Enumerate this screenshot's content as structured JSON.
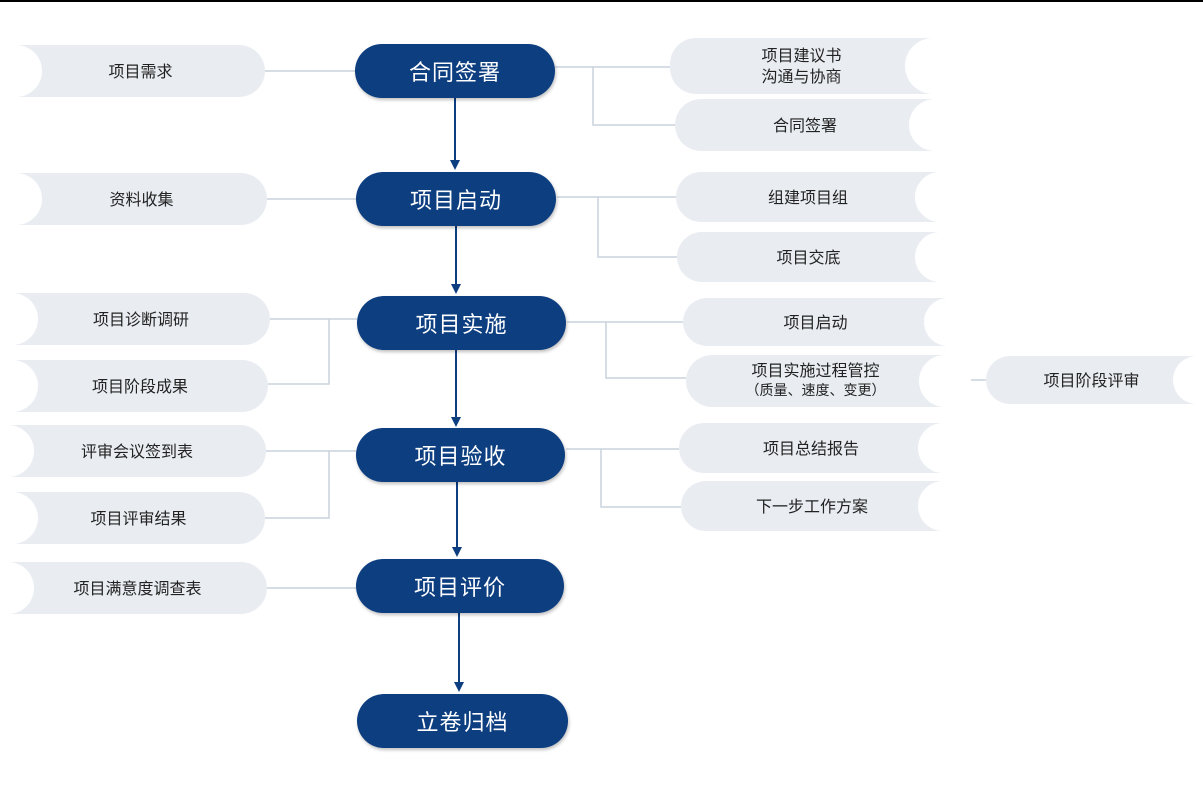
{
  "stages": [
    "合同签署",
    "项目启动",
    "项目实施",
    "项目验收",
    "项目评价",
    "立卷归档"
  ],
  "left_items": {
    "contract": "项目需求",
    "start": "资料收集",
    "impl_1": "项目诊断调研",
    "impl_2": "项目阶段成果",
    "accept_1": "评审会议签到表",
    "accept_2": "项目评审结果",
    "eval": "项目满意度调查表"
  },
  "right_items": {
    "contract_1_line1": "项目建议书",
    "contract_1_line2": "沟通与协商",
    "contract_2": "合同签署",
    "start_1": "组建项目组",
    "start_2": "项目交底",
    "impl_1": "项目启动",
    "impl_2_line1": "项目实施过程管控",
    "impl_2_line2": "（质量、速度、变更）",
    "impl_3": "项目阶段评审",
    "accept_1": "项目总结报告",
    "accept_2": "下一步工作方案"
  },
  "colors": {
    "stage_fill": "#0d3e80",
    "item_fill": "#e9edf2",
    "connector": "#c9d2dc",
    "arrow": "#0d3e80"
  }
}
